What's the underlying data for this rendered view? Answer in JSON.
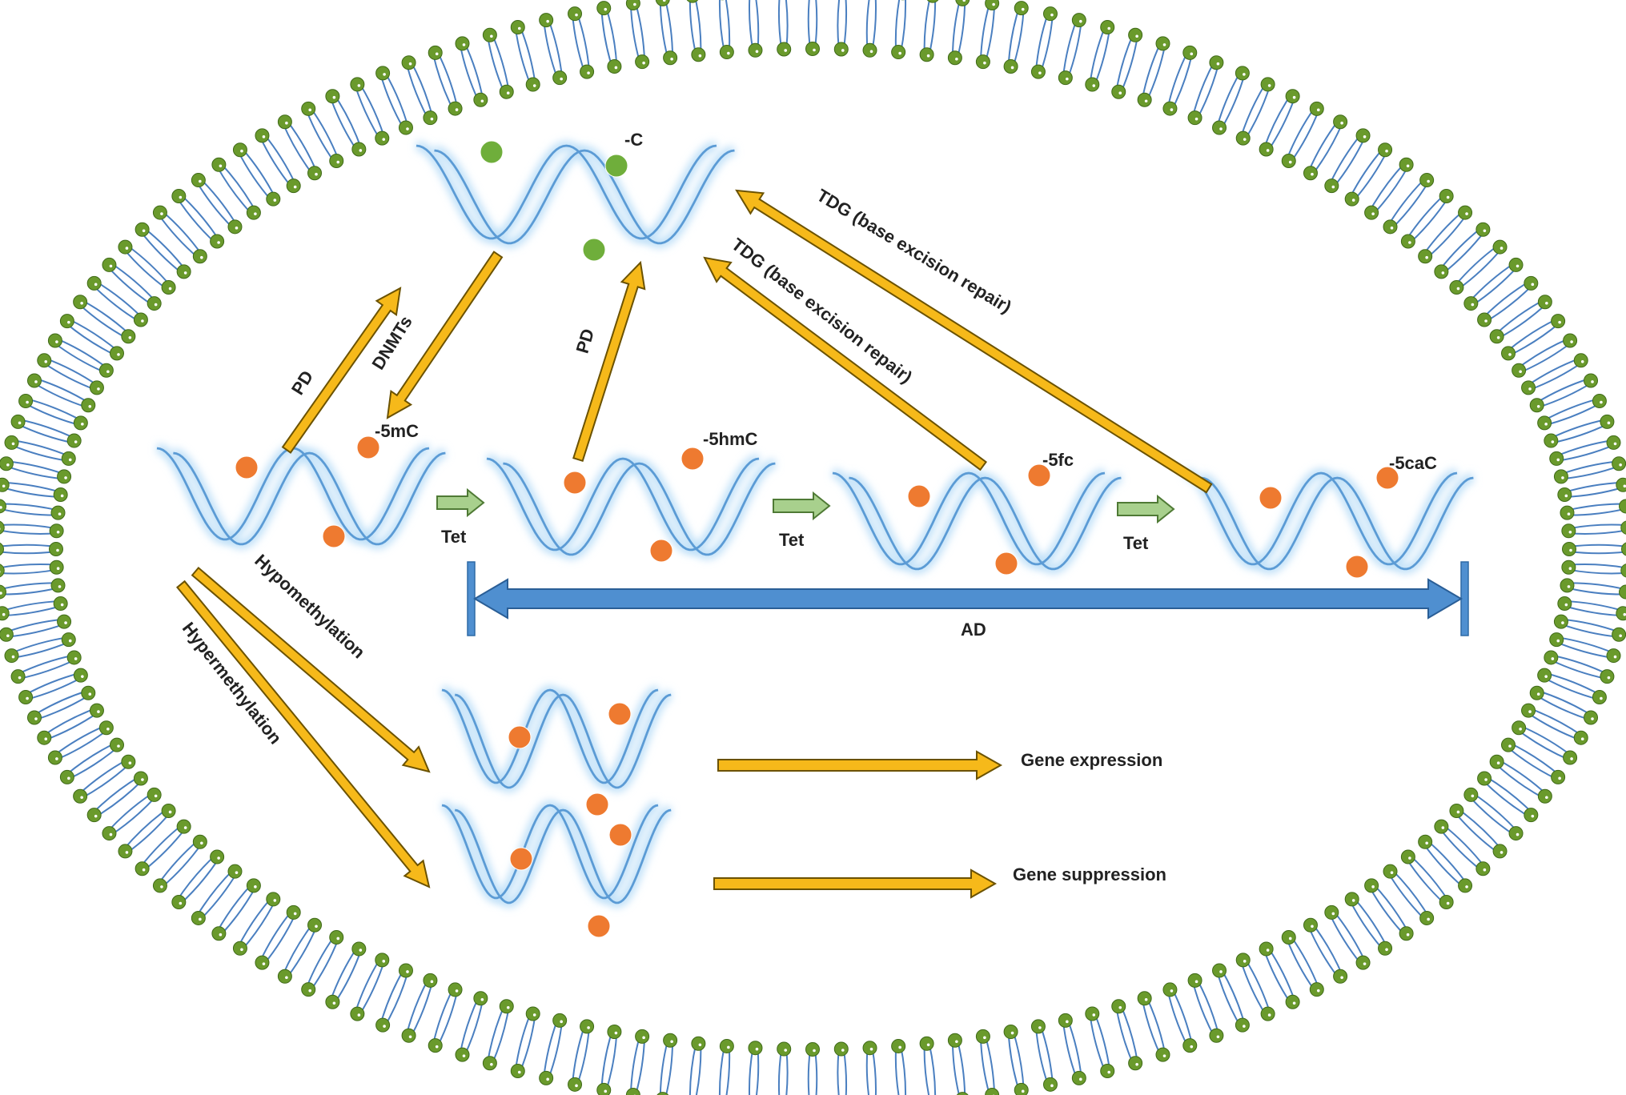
{
  "diagram": {
    "colors": {
      "membrane_head": "#6a9a2c",
      "membrane_tail": "#4a7fc0",
      "dna_strand": "#5b9bd5",
      "dna_glow": "#bfe0f8",
      "unmethylated_dot": "#6fae3b",
      "methyl_dot": "#ee7a30",
      "yellow_arrow": "#f6b91a",
      "green_arrow": "#a8d08d",
      "ad_bar": "#4f8fd0"
    },
    "labels": {
      "c": "-C",
      "m5c": "-5mC",
      "hmc": "-5hmC",
      "fc": "-5fc",
      "cac": "-5caC",
      "pd1": "PD",
      "dnmts": "DNMTs",
      "pd2": "PD",
      "tdg1": "TDG (base excision repair)",
      "tdg2": "TDG (base excision repair)",
      "tet1": "Tet",
      "tet2": "Tet",
      "tet3": "Tet",
      "ad": "AD",
      "hypo": "Hypomethylation",
      "hyper": "Hypermethylation",
      "gene_expression": "Gene expression",
      "gene_suppression": "Gene suppression"
    }
  }
}
